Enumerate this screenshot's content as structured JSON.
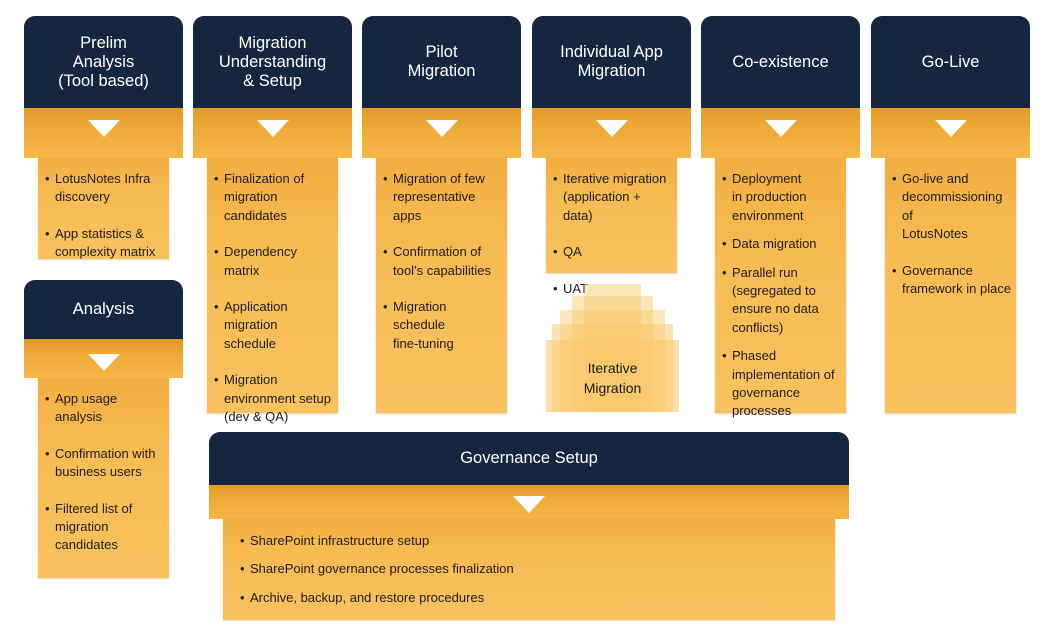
{
  "colors": {
    "header": "#14273f",
    "band": "#efaa38",
    "body": "#f7bb53",
    "iterative": "#f9c768"
  },
  "phases": [
    {
      "title": "Prelim\nAnalysis\n(Tool based)",
      "items": [
        "LotusNotes Infra\ndiscovery",
        "App statistics &\ncomplexity matrix"
      ]
    },
    {
      "title": "Migration\nUnderstanding\n& Setup",
      "items": [
        "Finalization of\nmigration\ncandidates",
        "Dependency matrix",
        "Application\nmigration schedule",
        "Migration\nenvironment setup\n(dev & QA)"
      ]
    },
    {
      "title": "Pilot\nMigration",
      "items": [
        "Migration of few\nrepresentative\napps",
        "Confirmation of\ntool’s capabilities",
        "Migration\nschedule\nfine-tuning"
      ]
    },
    {
      "title": "Individual App\nMigration",
      "items": [
        "Iterative migration\n(application + data)",
        "QA",
        "UAT"
      ]
    },
    {
      "title": "Co-existence",
      "items": [
        "Deployment\nin production\nenvironment",
        "Data migration",
        "Parallel run\n(segregated to\nensure no data\nconflicts)",
        "Phased\nimplementation of\ngovernance\nprocesses"
      ]
    },
    {
      "title": "Go-Live",
      "items": [
        "Go-live and\ndecommissioning of\nLotusNotes",
        "Governance\nframework in place"
      ]
    }
  ],
  "analysis": {
    "title": "Analysis",
    "items": [
      "App usage analysis",
      "Confirmation with\nbusiness users",
      "Filtered list of\nmigration\ncandidates"
    ]
  },
  "governance": {
    "title": "Governance Setup",
    "items": [
      "SharePoint infrastructure setup",
      "SharePoint governance processes finalization",
      "Archive, backup, and restore procedures"
    ]
  },
  "iterative": {
    "label": "Iterative\nMigration"
  }
}
